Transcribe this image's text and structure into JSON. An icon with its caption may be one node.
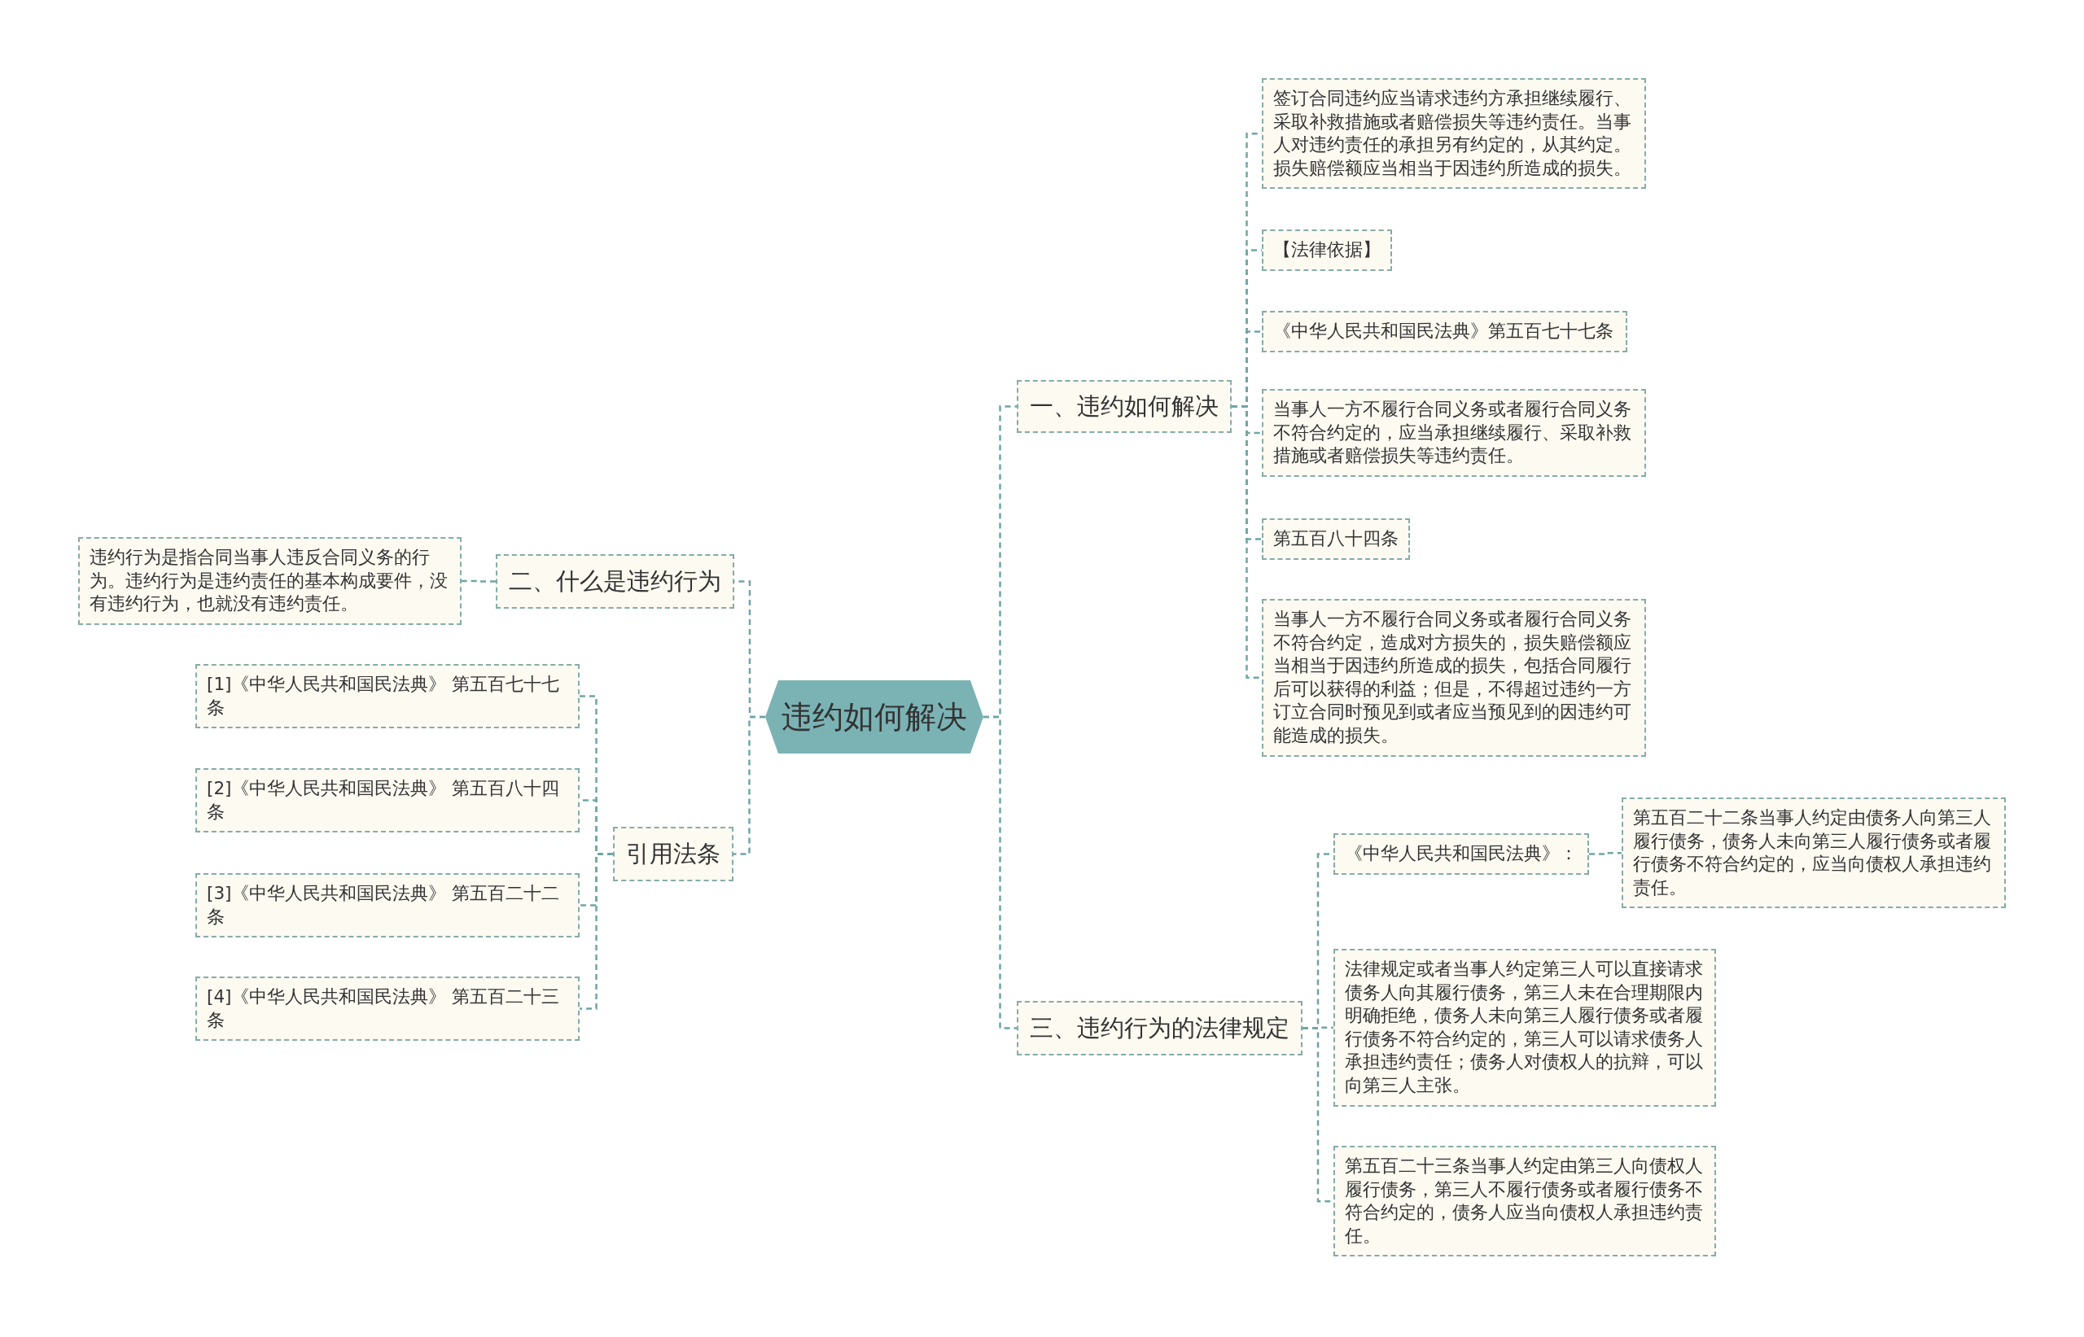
{
  "diagram": {
    "nodes": [
      {
        "text": [
          "违约如何解决"
        ]
      },
      {
        "text": [
          "一、违约如何解决"
        ]
      },
      {
        "text": [
          "签订合同违约应当请求违约方承担继续履行、采取补救措施或者赔偿损失等违约责任。当事人对违约责任的承担另有约定的，从其约定。损失赔偿额应当相当于因违约所造成的损失。"
        ]
      },
      {
        "text": [
          "【法律依据】"
        ]
      },
      {
        "text": [
          "《中华人民共和国民法典》第五百七十七条"
        ]
      },
      {
        "text": [
          "当事人一方不履行合同义务或者履行合同义务不符合约定的，应当承担继续履行、采取补救措施或者赔偿损失等违约责任。"
        ]
      },
      {
        "text": [
          "第五百八十四条"
        ]
      },
      {
        "text": [
          "当事人一方不履行合同义务或者履行合同义务不符合约定，造成对方损失的，损失赔偿额应当相当于因违约所造成的损失，包括合同履行后可以获得的利益；但是，不得超过违约一方订立合同时预见到或者应当预见到的因违约可能造成的损失。"
        ]
      },
      {
        "text": [
          "二、什么是违约行为"
        ]
      },
      {
        "text": [
          "违约行为是指合同当事人违反合同义务的行为。违约行为是违约责任的基本构成要件，没有违约行为，也就没有违约责任。"
        ]
      },
      {
        "text": [
          "引用法条"
        ]
      },
      {
        "text": [
          "[1]《中华人民共和国民法典》 第五百七十七条"
        ]
      },
      {
        "text": [
          "[2]《中华人民共和国民法典》 第五百八十四条"
        ]
      },
      {
        "text": [
          "[3]《中华人民共和国民法典》 第五百二十二条"
        ]
      },
      {
        "text": [
          "[4]《中华人民共和国民法典》 第五百二十三条"
        ]
      },
      {
        "text": [
          "三、违约行为的法律规定"
        ]
      },
      {
        "text": [
          "《中华人民共和国民法典》："
        ]
      },
      {
        "text": [
          "第五百二十二条当事人约定由债务人向第三人履行债务，债务人未向第三人履行债务或者履行债务不符合约定的，应当向债权人承担违约责任。"
        ]
      },
      {
        "text": [
          "法律规定或者当事人约定第三人可以直接请求债务人向其履行债务，第三人未在合理期限内明确拒绝，债务人未向第三人履行债务或者履行债务不符合约定的，第三人可以请求债务人承担违约责任；债务人对债权人的抗辩，可以向第三人主张。"
        ]
      },
      {
        "text": [
          "第五百二十三条当事人约定由第三人向债权人履行债务，第三人不履行债务或者履行债务不符合约定的，债务人应当向债权人承担违约责任。"
        ]
      }
    ],
    "edges": [
      {
        "from": 0,
        "to": 1,
        "arrow": "none"
      },
      {
        "from": 1,
        "to": 2,
        "arrow": "none"
      },
      {
        "from": 1,
        "to": 3,
        "arrow": "none"
      },
      {
        "from": 1,
        "to": 4,
        "arrow": "none"
      },
      {
        "from": 1,
        "to": 5,
        "arrow": "none"
      },
      {
        "from": 1,
        "to": 6,
        "arrow": "none"
      },
      {
        "from": 1,
        "to": 7,
        "arrow": "none"
      },
      {
        "from": 0,
        "to": 8,
        "arrow": "none"
      },
      {
        "from": 8,
        "to": 9,
        "arrow": "none"
      },
      {
        "from": 0,
        "to": 10,
        "arrow": "none"
      },
      {
        "from": 10,
        "to": 11,
        "arrow": "none"
      },
      {
        "from": 10,
        "to": 12,
        "arrow": "none"
      },
      {
        "from": 10,
        "to": 13,
        "arrow": "none"
      },
      {
        "from": 10,
        "to": 14,
        "arrow": "none"
      },
      {
        "from": 0,
        "to": 15,
        "arrow": "none"
      },
      {
        "from": 15,
        "to": 16,
        "arrow": "none"
      },
      {
        "from": 16,
        "to": 17,
        "arrow": "none"
      },
      {
        "from": 15,
        "to": 18,
        "arrow": "none"
      },
      {
        "from": 15,
        "to": 19,
        "arrow": "none"
      }
    ]
  }
}
